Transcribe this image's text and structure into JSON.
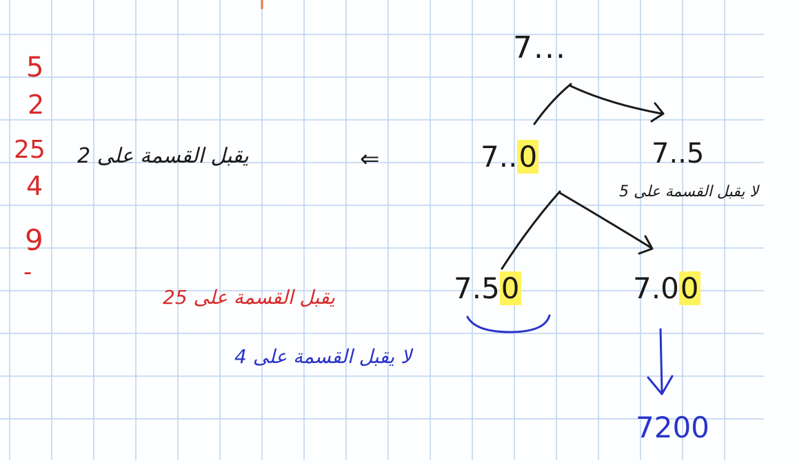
{
  "margin_column": [
    "5",
    "2",
    "25",
    "4",
    "9",
    "-"
  ],
  "notes": {
    "rule_2": "يقبل القسمة على 2",
    "rule_5": "لا يقبل القسمة على 5",
    "rule_25": "يقبل القسمة على 25",
    "rule_4": "لا يقبل القسمة على 4"
  },
  "tree": {
    "root": "7...",
    "branch_end_0_prefix": "7..",
    "branch_end_0_digit": "0",
    "branch_end_5": "7..5",
    "leaf_50_prefix": "7.5",
    "leaf_50_digit": "0",
    "leaf_00_prefix": "7.0",
    "leaf_00_digit": "0",
    "result": "7200"
  },
  "symbols": {
    "implies": "⇐"
  },
  "colors": {
    "red": "#d92a2a",
    "black": "#1a1a1a",
    "blue": "#2a34c8",
    "highlight": "#fff35c",
    "grid": "#bcd3ee"
  }
}
